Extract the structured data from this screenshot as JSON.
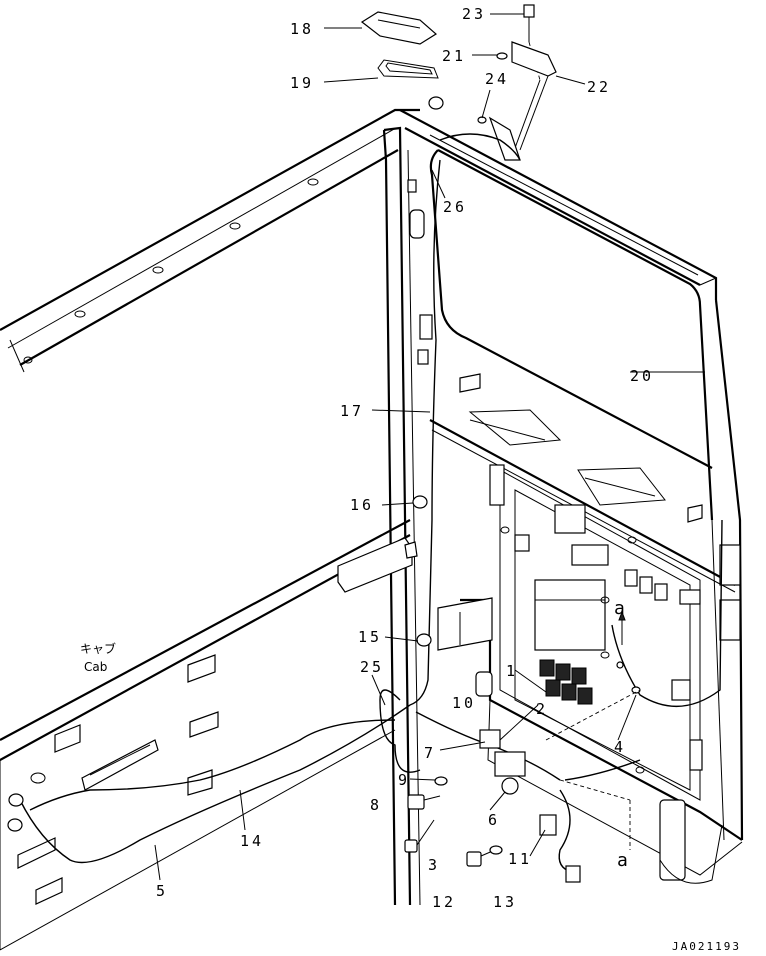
{
  "diagram": {
    "cab_label_jp": "キャブ",
    "cab_label_en": "Cab",
    "drawing_code": "JA021193",
    "callouts": {
      "c1": "1",
      "c2": "2",
      "c3": "3",
      "c4": "4",
      "c5": "5",
      "c6": "6",
      "c7": "7",
      "c8": "8",
      "c9": "9",
      "c10": "10",
      "c11": "11",
      "c12": "12",
      "c13": "13",
      "c14": "14",
      "c15": "15",
      "c16": "16",
      "c17": "17",
      "c18": "18",
      "c19": "19",
      "c20": "20",
      "c21": "21",
      "c22": "22",
      "c23": "23",
      "c24": "24",
      "c25": "25",
      "c26": "26",
      "a_top": "a",
      "a_bottom": "a"
    }
  }
}
